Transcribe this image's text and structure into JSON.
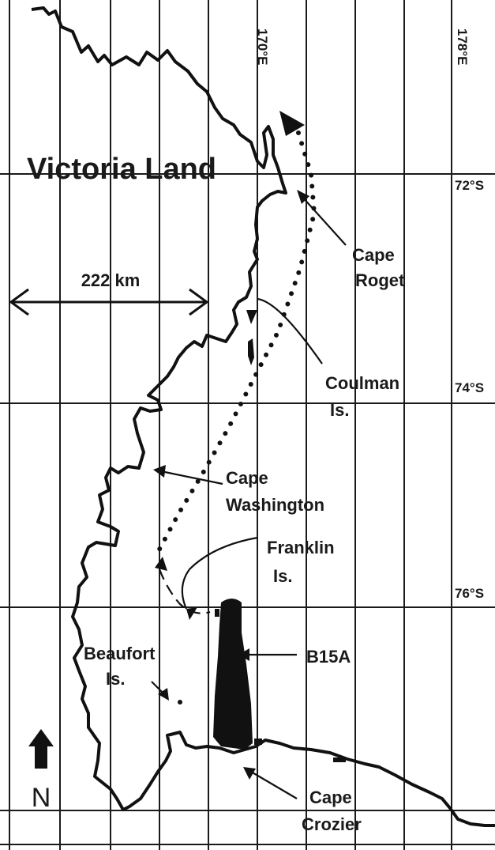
{
  "region_label": "Victoria Land",
  "longitude_labels": [
    "170°E",
    "178°E"
  ],
  "latitude_labels": [
    "72°S",
    "74°S",
    "76°S"
  ],
  "scale_bar": {
    "label": "222 km"
  },
  "places": {
    "cape_roget": [
      "Cape",
      "Roget"
    ],
    "coulman": [
      "Coulman",
      "Is."
    ],
    "cape_washington": [
      "Cape",
      "Washington"
    ],
    "franklin": [
      "Franklin",
      "Is."
    ],
    "b15a": "B15A",
    "beaufort": [
      "Beaufort",
      "Is."
    ],
    "cape_crozier": [
      "Cape",
      "Crozier"
    ]
  },
  "north_label": "N",
  "colors": {
    "ink": "#111111",
    "paper": "#ffffff"
  }
}
